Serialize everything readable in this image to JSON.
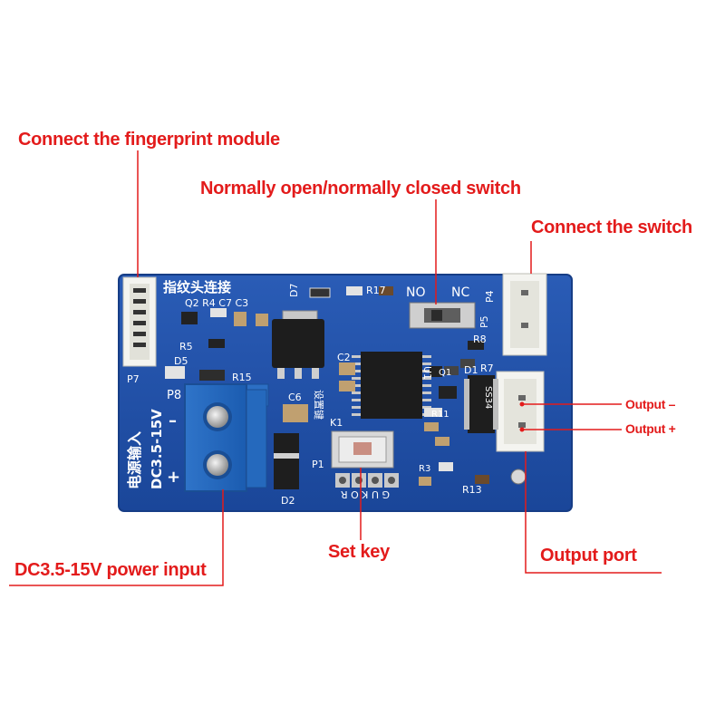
{
  "labels": {
    "fingerprint": "Connect the fingerprint module",
    "no_nc_switch": "Normally open/normally closed switch",
    "connect_switch": "Connect the switch",
    "output_minus": "Output –",
    "output_plus": "Output +",
    "power_input": "DC3.5-15V power input",
    "set_key": "Set key",
    "output_port": "Output port"
  },
  "board": {
    "color": "#1f4fa8",
    "silk": {
      "fp_header": "指纹头连接",
      "no": "NO",
      "nc": "NC",
      "power_cn": "电源输入",
      "power_v": "DC3.5-15V",
      "p8": "P8",
      "minus": "–",
      "plus": "+",
      "p7": "P7",
      "d5": "D5",
      "r15": "R15",
      "r17": "R17",
      "d7": "D7",
      "q2r4c7c3": "Q2 R4 C7 C3",
      "r5": "R5",
      "c2": "C2",
      "c6": "C6",
      "k1": "K1",
      "p1": "P1",
      "pins": "G U K O R",
      "d2": "D2",
      "u1": "U1",
      "q1": "Q1",
      "d1": "D1",
      "r8": "R8",
      "r7": "R7",
      "r11": "R11",
      "r13": "R13",
      "r3": "R3",
      "p4": "P4",
      "p5": "P5",
      "ss34": "SS34",
      "set_cn": "设置键"
    }
  }
}
